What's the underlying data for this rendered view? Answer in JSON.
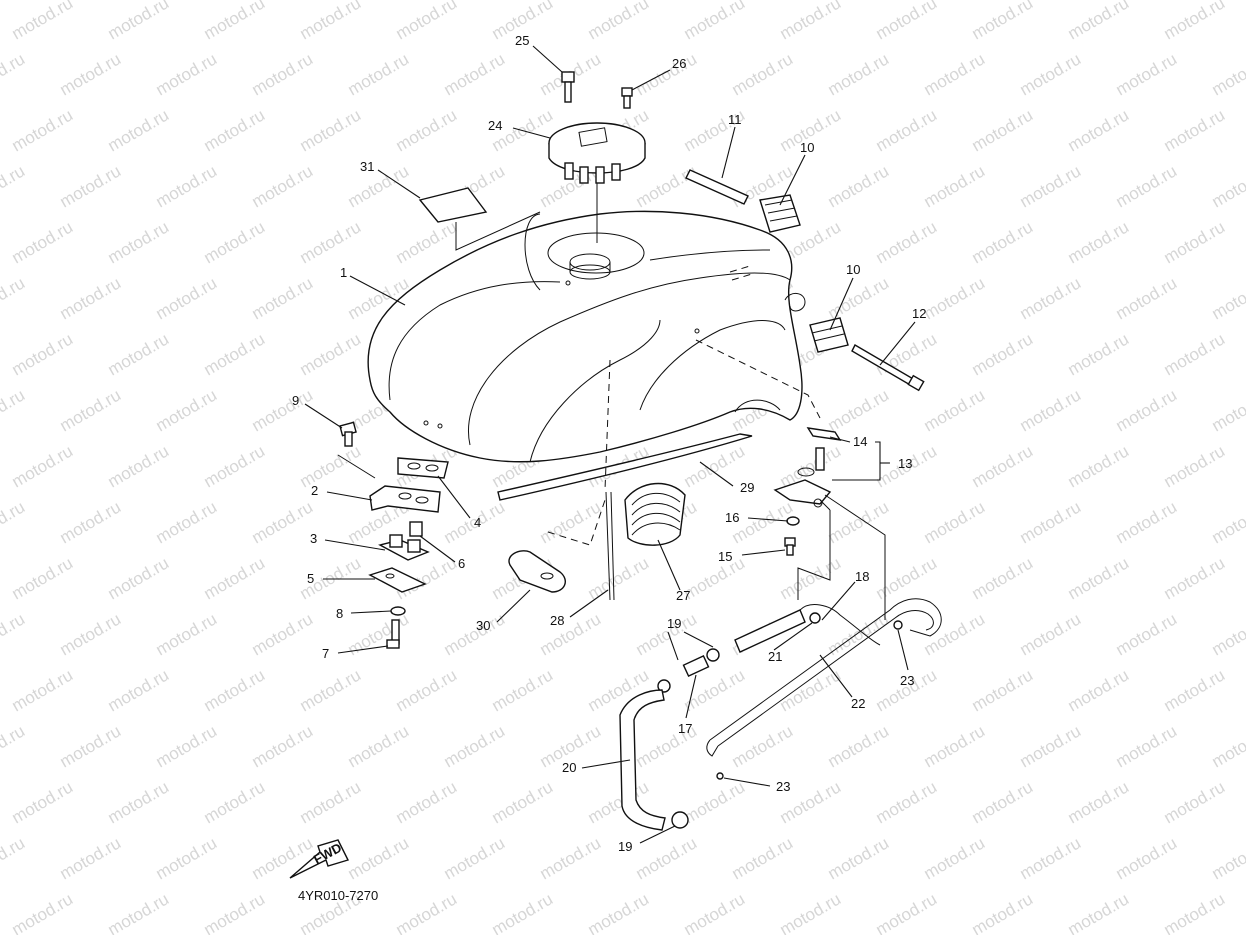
{
  "diagram": {
    "code": "4YR010-7270",
    "fwd_label": "FWD",
    "watermark": "motod.ru"
  },
  "callouts": [
    {
      "id": "c25",
      "text": "25"
    },
    {
      "id": "c26",
      "text": "26"
    },
    {
      "id": "c24",
      "text": "24"
    },
    {
      "id": "c31",
      "text": "31"
    },
    {
      "id": "c11",
      "text": "11"
    },
    {
      "id": "c10a",
      "text": "10"
    },
    {
      "id": "c1",
      "text": "1"
    },
    {
      "id": "c10b",
      "text": "10"
    },
    {
      "id": "c12",
      "text": "12"
    },
    {
      "id": "c9",
      "text": "9"
    },
    {
      "id": "c14",
      "text": "14"
    },
    {
      "id": "c13",
      "text": "13"
    },
    {
      "id": "c2",
      "text": "2"
    },
    {
      "id": "c4",
      "text": "4"
    },
    {
      "id": "c29",
      "text": "29"
    },
    {
      "id": "c16",
      "text": "16"
    },
    {
      "id": "c3",
      "text": "3"
    },
    {
      "id": "c6",
      "text": "6"
    },
    {
      "id": "c15",
      "text": "15"
    },
    {
      "id": "c5",
      "text": "5"
    },
    {
      "id": "c18",
      "text": "18"
    },
    {
      "id": "c27",
      "text": "27"
    },
    {
      "id": "c8",
      "text": "8"
    },
    {
      "id": "c30",
      "text": "30"
    },
    {
      "id": "c28",
      "text": "28"
    },
    {
      "id": "c19a",
      "text": "19"
    },
    {
      "id": "c21",
      "text": "21"
    },
    {
      "id": "c23a",
      "text": "23"
    },
    {
      "id": "c7",
      "text": "7"
    },
    {
      "id": "c22",
      "text": "22"
    },
    {
      "id": "c17",
      "text": "17"
    },
    {
      "id": "c20",
      "text": "20"
    },
    {
      "id": "c23b",
      "text": "23"
    },
    {
      "id": "c19b",
      "text": "19"
    }
  ]
}
